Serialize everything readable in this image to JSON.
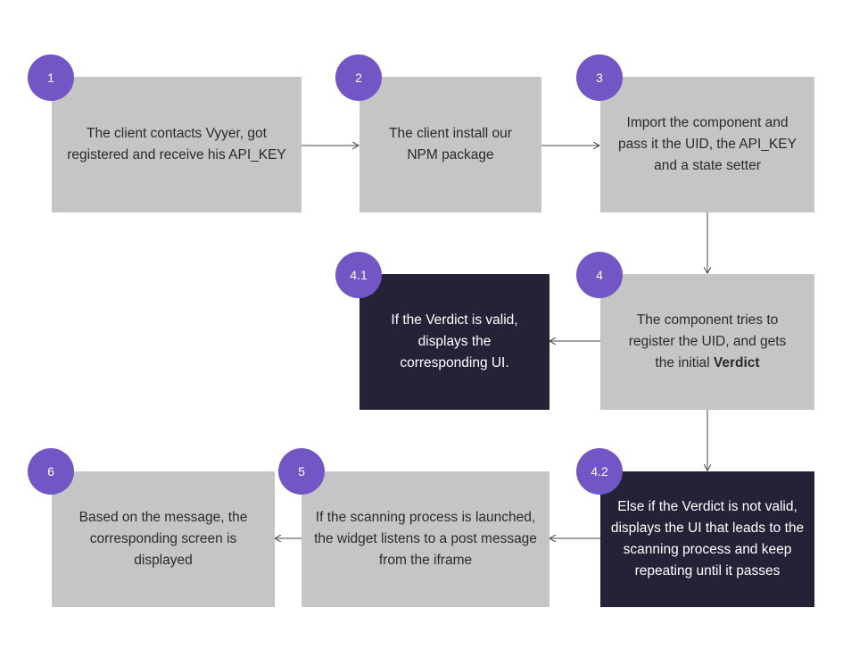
{
  "steps": [
    {
      "id": "1",
      "badge": "1",
      "text": "The client contacts Vyyer, got registered and receive his API_KEY"
    },
    {
      "id": "2",
      "badge": "2",
      "text": "The client install our NPM package"
    },
    {
      "id": "3",
      "badge": "3",
      "text": "Import the component and pass it the UID, the API_KEY and a state setter"
    },
    {
      "id": "4",
      "badge": "4",
      "text": "The component tries to register the UID, and gets the initial ",
      "bold": "Verdict"
    },
    {
      "id": "4.1",
      "badge": "4.1",
      "text": "If the Verdict is valid, displays the corresponding UI."
    },
    {
      "id": "4.2",
      "badge": "4.2",
      "text": "Else if the Verdict is not valid, displays the UI that leads to the scanning process and keep repeating until it passes"
    },
    {
      "id": "5",
      "badge": "5",
      "text": "If the scanning process is launched, the widget listens to a post message from the iframe"
    },
    {
      "id": "6",
      "badge": "6",
      "text": "Based on the message, the corresponding screen is displayed"
    }
  ],
  "colors": {
    "box": "#c5c5c5",
    "box_dark": "#252238",
    "badge": "#7356c6",
    "arrow": "#444444"
  }
}
